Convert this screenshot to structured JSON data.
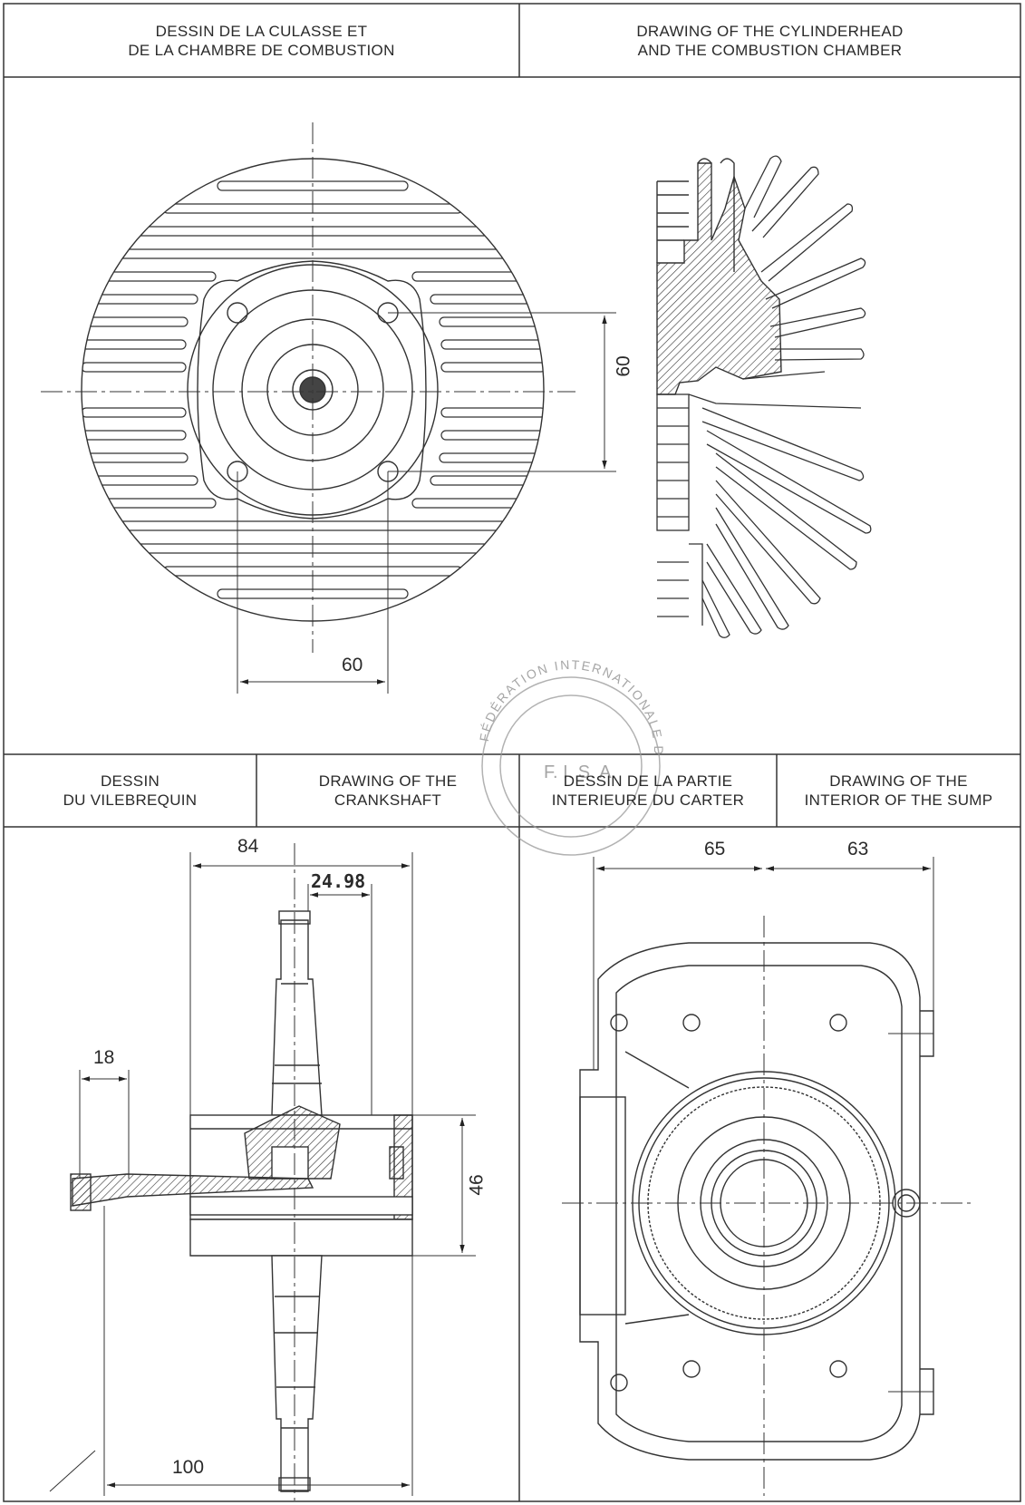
{
  "headers": {
    "top_left": [
      "DESSIN DE LA CULASSE ET",
      "DE LA CHAMBRE DE COMBUSTION"
    ],
    "top_right": [
      "DRAWING OF THE CYLINDERHEAD",
      "AND THE COMBUSTION CHAMBER"
    ],
    "bottom_1": [
      "DESSIN",
      "DU VILEBREQUIN"
    ],
    "bottom_2": [
      "DRAWING OF THE",
      "CRANKSHAFT"
    ],
    "bottom_3": [
      "DESSIN DE LA PARTIE",
      "INTERIEURE DU CARTER"
    ],
    "bottom_4": [
      "DRAWING OF THE",
      "INTERIOR OF THE SUMP"
    ]
  },
  "dimensions": {
    "head_vertical": "60",
    "head_horizontal": "60",
    "crank_width": "84",
    "crank_pin": "24.98",
    "crank_left": "18",
    "crank_height": "46",
    "crank_total": "100",
    "sump_left": "65",
    "sump_right": "63"
  },
  "stamp": {
    "ring_text": "FÉDÉRATION INTERNATIONALE DE L'AUTOMOBILE",
    "center_text": "F. I. S. A."
  }
}
